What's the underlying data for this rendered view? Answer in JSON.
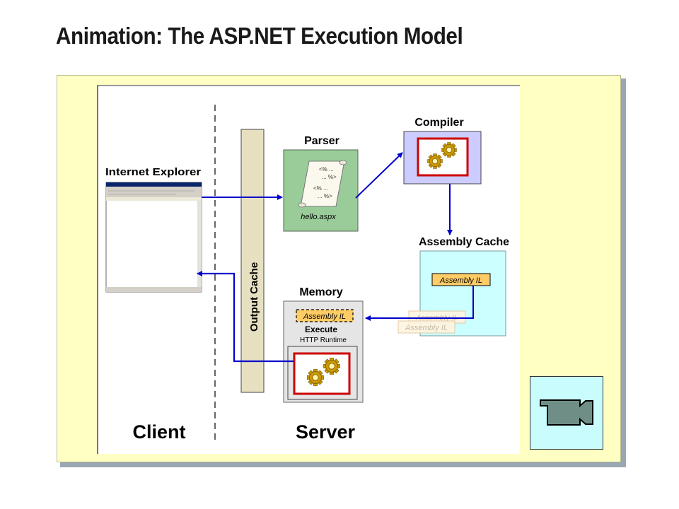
{
  "slide": {
    "title": "Animation: The ASP.NET Execution Model"
  },
  "diagram": {
    "browser_label": "Internet Explorer",
    "output_cache_label": "Output Cache",
    "parser": {
      "title": "Parser",
      "code_lines": [
        "<% ...",
        "... %>",
        "<% ...",
        "... %>"
      ],
      "file": "hello.aspx"
    },
    "compiler": {
      "title": "Compiler"
    },
    "assembly_cache": {
      "title": "Assembly Cache",
      "item": "Assembly IL",
      "ghost_items": [
        "Assembly IL",
        "Assembly IL"
      ]
    },
    "memory": {
      "title": "Memory",
      "assembly": "Assembly IL",
      "execute": "Execute",
      "runtime": "HTTP Runtime"
    },
    "client_label": "Client",
    "server_label": "Server"
  },
  "colors": {
    "panel_bg": "#ffffc3",
    "parser_bg": "#99cc99",
    "compiler_bg": "#ccccff",
    "assembly_cache_bg": "#ccffff",
    "memory_bg": "#e5e5e5",
    "output_cache_bg": "#e6e0c0",
    "arrow": "#0000cc",
    "gear_frame": "#cc0000",
    "gear_fill": "#cc9900",
    "assembly_tag_bg": "#ffcc66",
    "camera_bg": "#c9fcfc",
    "camera_fill": "#6f8f86"
  },
  "icons": {
    "scroll": "scroll-icon",
    "gears": "gears-icon",
    "camera": "video-camera-icon",
    "browser": "browser-window-icon"
  }
}
